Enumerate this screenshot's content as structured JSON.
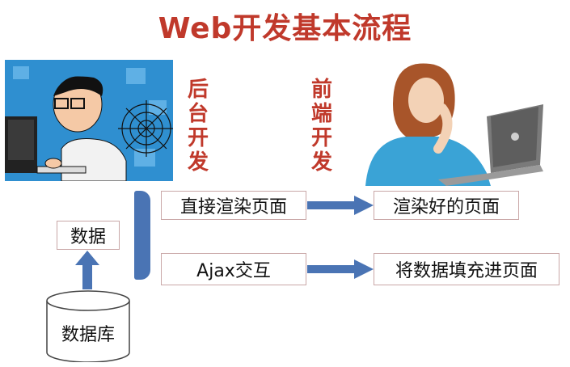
{
  "title": "Web开发基本流程",
  "labels": {
    "backend": [
      "后",
      "台",
      "开",
      "发"
    ],
    "frontend": [
      "前",
      "端",
      "开",
      "发"
    ]
  },
  "boxes": {
    "direct_render": "直接渲染页面",
    "rendered_page": "渲染好的页面",
    "ajax": "Ajax交互",
    "fill_page": "将数据填充进页面",
    "data": "数据",
    "database": "数据库"
  },
  "colors": {
    "title": "#c0392b",
    "arrow": "#4a74b4",
    "bracket": "#4a74b4",
    "box_border": "#c9a7a7"
  },
  "icons": {
    "backend_image": "programmer-at-computer-illustration",
    "frontend_image": "woman-with-laptop-illustration",
    "database": "database-cylinder-icon"
  }
}
